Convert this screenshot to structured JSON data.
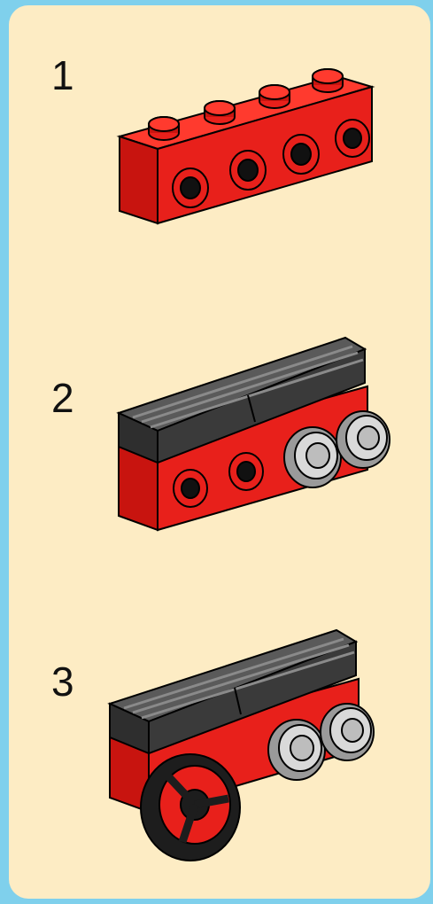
{
  "steps": [
    {
      "number": "1",
      "label": ""
    },
    {
      "number": "2",
      "label": ""
    },
    {
      "number": "3",
      "label": ""
    }
  ],
  "colors": {
    "background": "#7fd0ec",
    "panel": "#fdecc4",
    "brick_red": "#e8201b",
    "plate_dark": "#3a3a3a",
    "wheel_gray": "#c9c9c9",
    "steering_black": "#1d1d1d"
  }
}
